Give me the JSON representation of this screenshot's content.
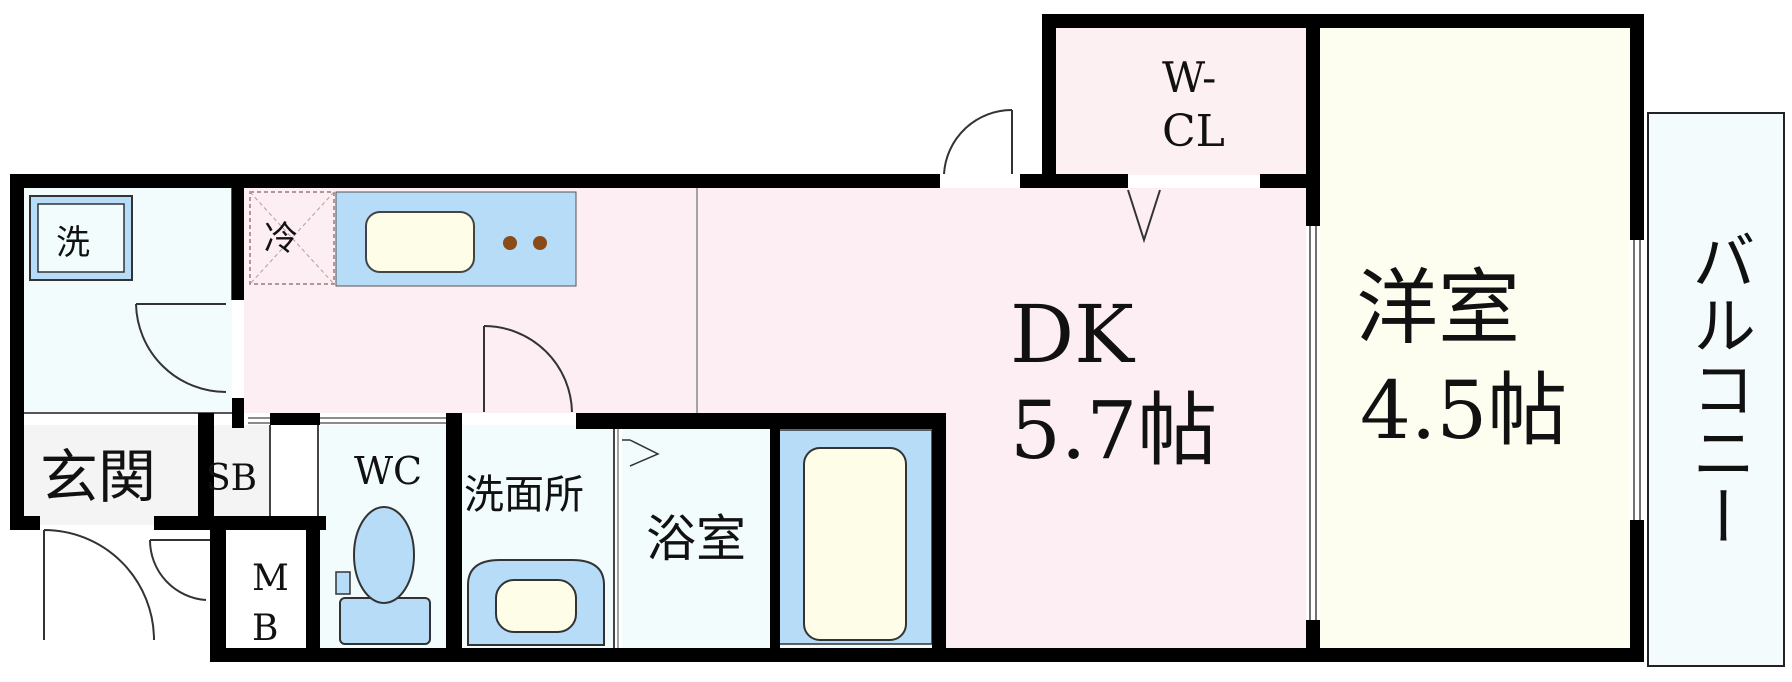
{
  "rooms": {
    "dk": {
      "name": "DK",
      "size": "5.7帖"
    },
    "western": {
      "name": "洋室",
      "size": "4.5帖"
    },
    "wcl": {
      "line1": "W-",
      "line2": "CL"
    },
    "balcony": {
      "name": "バルコニー"
    },
    "entrance": {
      "name": "玄関"
    },
    "shoe_box": {
      "name": "SB"
    },
    "meter_box": {
      "line1": "M",
      "line2": "B"
    },
    "toilet": {
      "name": "WC"
    },
    "washroom": {
      "name": "洗面所"
    },
    "bathroom": {
      "name": "浴室"
    }
  },
  "fixtures": {
    "washer": "洗",
    "fridge": "冷"
  },
  "colors": {
    "wall": "#000000",
    "dk_floor": "#fdeef4",
    "western_floor": "#fdfdf0",
    "wet_area": "#f2fcfd",
    "closet": "#fdf0f2",
    "balcony": "#f4fbfd",
    "fixture_blue": "#b7dcf8",
    "fixture_cream": "#fdfde8",
    "burner": "#8a4b18"
  }
}
